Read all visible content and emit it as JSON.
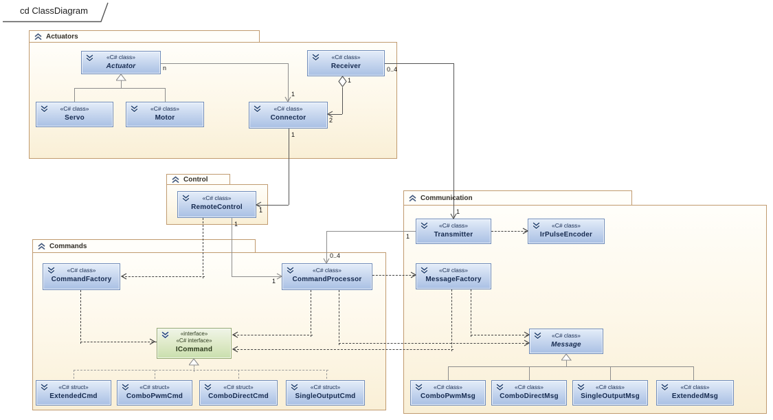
{
  "frame": {
    "title": "cd ClassDiagram"
  },
  "packages": {
    "actuators": {
      "name": "Actuators"
    },
    "control": {
      "name": "Control"
    },
    "commands": {
      "name": "Commands"
    },
    "communication": {
      "name": "Communication"
    }
  },
  "nodes": {
    "actuator": {
      "stereotype": "«C# class»",
      "name": "Actuator"
    },
    "servo": {
      "stereotype": "«C# class»",
      "name": "Servo"
    },
    "motor": {
      "stereotype": "«C# class»",
      "name": "Motor"
    },
    "receiver": {
      "stereotype": "«C# class»",
      "name": "Receiver"
    },
    "connector": {
      "stereotype": "«C# class»",
      "name": "Connector"
    },
    "remote_control": {
      "stereotype": "«C# class»",
      "name": "RemoteControl"
    },
    "command_factory": {
      "stereotype": "«C# class»",
      "name": "CommandFactory"
    },
    "command_processor": {
      "stereotype": "«C# class»",
      "name": "CommandProcessor"
    },
    "transmitter": {
      "stereotype": "«C# class»",
      "name": "Transmitter"
    },
    "ir_pulse_encoder": {
      "stereotype": "«C# class»",
      "name": "IrPulseEncoder"
    },
    "message_factory": {
      "stereotype": "«C# class»",
      "name": "MessageFactory"
    },
    "message": {
      "stereotype": "«C# class»",
      "name": "Message"
    },
    "icommand": {
      "stereotype1": "«interface»",
      "stereotype2": "«C# interface»",
      "name": "ICommand"
    },
    "extended_cmd": {
      "stereotype": "«C# struct»",
      "name": "ExtendedCmd"
    },
    "combo_pwm_cmd": {
      "stereotype": "«C# struct»",
      "name": "ComboPwmCmd"
    },
    "combo_direct_cmd": {
      "stereotype": "«C# struct»",
      "name": "ComboDirectCmd"
    },
    "single_output_cmd": {
      "stereotype": "«C# struct»",
      "name": "SingleOutputCmd"
    },
    "combo_pwm_msg": {
      "stereotype": "«C# class»",
      "name": "ComboPwmMsg"
    },
    "combo_direct_msg": {
      "stereotype": "«C# class»",
      "name": "ComboDirectMsg"
    },
    "single_output_msg": {
      "stereotype": "«C# class»",
      "name": "SingleOutputMsg"
    },
    "extended_msg": {
      "stereotype": "«C# class»",
      "name": "ExtendedMsg"
    }
  },
  "multiplicities": {
    "actuator_connector_source": "n",
    "actuator_connector_target": "1",
    "receiver_transmitter_source": "0..4",
    "receiver_transmitter_target": "1",
    "receiver_connector_diamond": "1",
    "receiver_connector_target": "2",
    "connector_remotecontrol_source": "1",
    "connector_remotecontrol_target": "1",
    "remotecontrol_commandprocessor_source": "1",
    "remotecontrol_commandprocessor_target": "1",
    "transmitter_commandprocessor_source": "1",
    "transmitter_commandprocessor_target": "0..4"
  },
  "icons": {
    "package_header": "double-chevron-up",
    "class_header": "double-chevron-down"
  },
  "colors": {
    "class_fill_top": "#e4edf9",
    "class_fill_bottom": "#a9c0e4",
    "class_border": "#6d8ab9",
    "class_text": "#15294e",
    "interface_fill_bottom": "#c9dfad",
    "interface_border": "#93a873",
    "package_border": "#c09a6e",
    "package_fill": "#f9efd6",
    "association_line": "#545454",
    "dependency_line": "#3f3f3f",
    "generalization_line": "#8c8c8c"
  }
}
